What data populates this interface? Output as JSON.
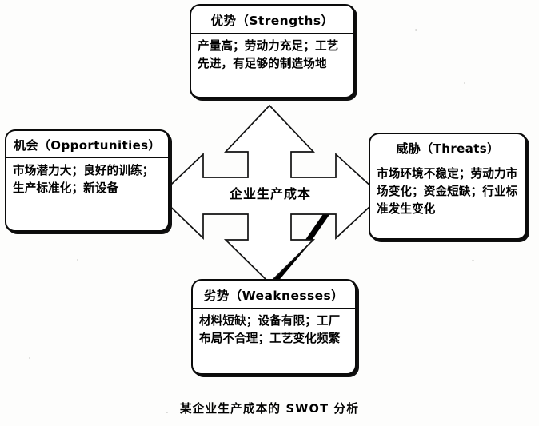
{
  "diagram": {
    "center_label": "企业生产成本",
    "caption": "某企业生产成本的 SWOT 分析",
    "colors": {
      "background": "#fdfdfc",
      "line": "#0b0b0b",
      "box_fill": "#ffffff",
      "arrow_fill": "#ffffff",
      "arrow_shadow": "#000000"
    },
    "quadrants": {
      "strengths": {
        "header": "优势（Strengths）",
        "body": "产量高；劳动力充足；工艺先进，有足够的制造场地"
      },
      "opportunities": {
        "header": "机会（Opportunities）",
        "body": "市场潜力大；良好的训练；生产标准化；新设备"
      },
      "threats": {
        "header": "威胁（Threats）",
        "body": "市场环境不稳定；劳动力市场变化；资金短缺；行业标准发生变化"
      },
      "weaknesses": {
        "header": "劣势（Weaknesses）",
        "body": "材料短缺；设备有限；工厂布局不合理；工艺变化频繁"
      }
    },
    "arrows": {
      "up": "arrow-up-icon",
      "down": "arrow-down-icon",
      "left": "arrow-left-icon",
      "right": "arrow-right-icon"
    }
  }
}
